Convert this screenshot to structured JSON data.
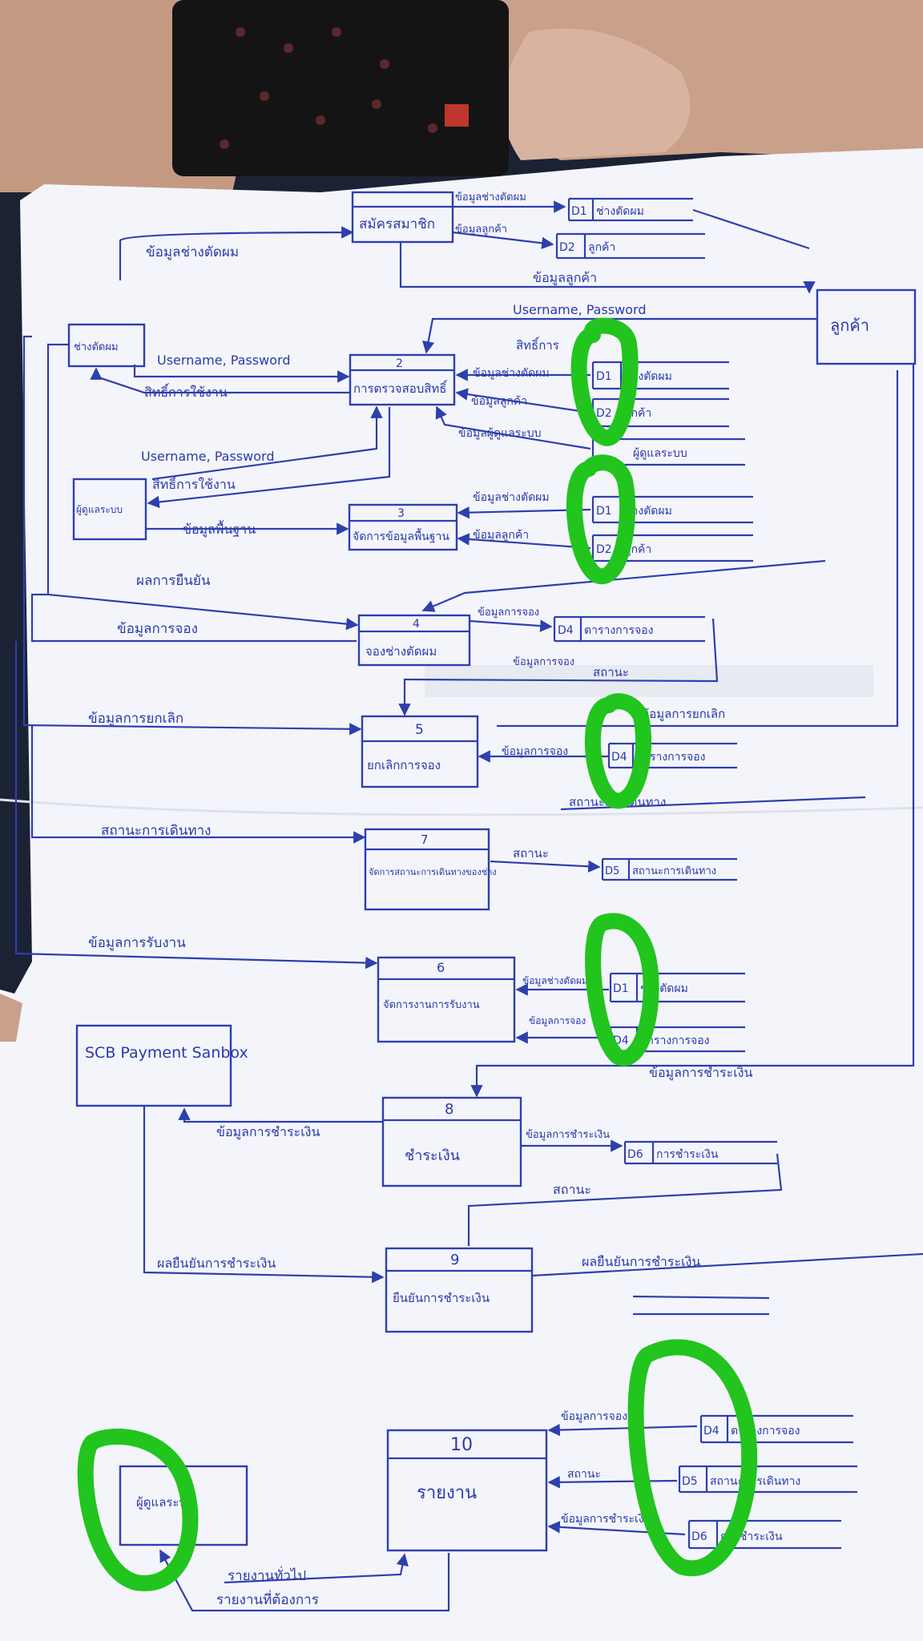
{
  "colors": {
    "ink": "#2e3fae",
    "paper": "#f4f5fb",
    "highlight": "#22c41e",
    "background": "#1b2233"
  },
  "processes": [
    {
      "num": "",
      "label": "สมัครสมาชิก"
    },
    {
      "num": "2",
      "label": "การตรวจสอบสิทธิ์"
    },
    {
      "num": "3",
      "label": "จัดการข้อมูลพื้นฐาน"
    },
    {
      "num": "4",
      "label": "จองช่างตัดผม"
    },
    {
      "num": "5",
      "label": "ยกเลิกการจอง"
    },
    {
      "num": "7",
      "label": "จัดการสถานะการเดินทางของช่าง"
    },
    {
      "num": "6",
      "label": "จัดการงานการรับงาน"
    },
    {
      "num": "8",
      "label": "ชำระเงิน"
    },
    {
      "num": "9",
      "label": "ยืนยันการชำระเงิน"
    },
    {
      "num": "10",
      "label": "รายงาน"
    }
  ],
  "entities": {
    "barber": "ช่างตัดผม",
    "customer": "ลูกค้า",
    "admin": "ผู้ดูแลระบบ",
    "payment": "SCB Payment Sanbox",
    "report_admin": "ผู้ดูแลระบบ"
  },
  "stores": [
    {
      "id": "D1",
      "name": "ช่างตัดผม"
    },
    {
      "id": "D2",
      "name": "ลูกค้า"
    },
    {
      "id": "D1",
      "name": "ช่างตัดผม"
    },
    {
      "id": "D2",
      "name": "ลูกค้า"
    },
    {
      "id": "",
      "name": "ผู้ดูแลระบบ"
    },
    {
      "id": "D1",
      "name": "ช่างตัดผม"
    },
    {
      "id": "D2",
      "name": "ลูกค้า"
    },
    {
      "id": "D4",
      "name": "ตารางการจอง"
    },
    {
      "id": "D4",
      "name": "ตารางการจอง"
    },
    {
      "id": "D5",
      "name": "สถานะการเดินทาง"
    },
    {
      "id": "D1",
      "name": "ช่างตัดผม"
    },
    {
      "id": "D4",
      "name": "ตารางการจอง"
    },
    {
      "id": "D6",
      "name": "การชำระเงิน"
    },
    {
      "id": "D4",
      "name": "ตารางการจอง"
    },
    {
      "id": "D5",
      "name": "สถานะการเดินทาง"
    },
    {
      "id": "D6",
      "name": "การชำระเงิน"
    }
  ],
  "flows": {
    "f01": "ข้อมูลช่างตัดผม",
    "f02": "ข้อมูลช่างตัดผม",
    "f03": "ข้อมูลลูกค้า",
    "f04": "ข้อมูลลูกค้า",
    "f05": "Username, Password",
    "f06": "Username, Password",
    "f07": "สิทธิ์การใช้งาน",
    "f08": "Username, Password",
    "f09": "สิทธิ์การใช้งาน",
    "f10": "สิทธิ์การ",
    "f11": "ข้อมูลช่างตัดผม",
    "f12": "ข้อมูลลูกค้า",
    "f13": "ข้อมูลผู้ดูแลระบบ",
    "f14": "ข้อมูลพื้นฐาน",
    "f15": "ข้อมูลช่างตัดผม",
    "f16": "ข้อมูลลูกค้า",
    "f17": "ผลการยืนยัน",
    "f18": "ข้อมูลการจอง",
    "f19": "ข้อมูลการจอง",
    "f20": "ข้อมูลการจอง",
    "f21": "สถานะ",
    "f22": "ข้อมูลการยกเลิก",
    "f23": "ข้อมูลการยกเลิก",
    "f24": "ข้อมูลการจอง",
    "f25": "สถานะการเดินทาง",
    "f26": "สถานะการเดินทาง",
    "f27": "สถานะ",
    "f28": "ข้อมูลการรับงาน",
    "f29": "ข้อมูลช่างตัดผม",
    "f30": "ข้อมูลการจอง",
    "f31": "ข้อมูลการชำระเงิน",
    "f32": "ข้อมูลการชำระเงิน",
    "f33": "ข้อมูลการชำระเงิน",
    "f34": "สถานะ",
    "f35": "ผลยืนยันการชำระเงิน",
    "f36": "ผลยืนยันการชำระเงิน",
    "f37": "ข้อมูลการจอง",
    "f38": "สถานะ",
    "f39": "ข้อมูลการชำระเงิน",
    "f40": "รายงานทั่วไป",
    "f41": "รายงานที่ต้องการ"
  }
}
